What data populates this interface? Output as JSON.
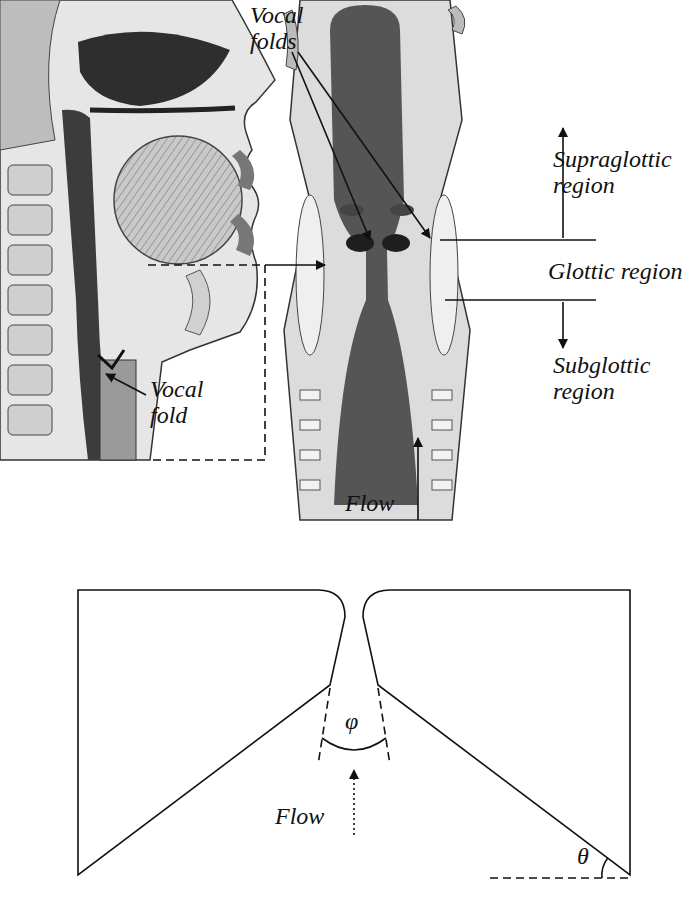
{
  "diagram": {
    "labels": [
      "Vocal folds",
      "Supraglottic region",
      "Glottic region",
      "Subglottic region",
      "Vocal fold",
      "Flow",
      "Flow",
      "φ",
      "θ"
    ]
  }
}
